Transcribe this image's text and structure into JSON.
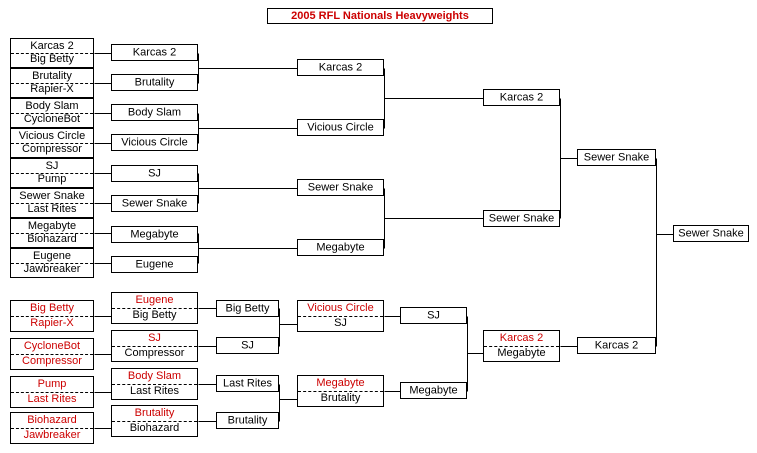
{
  "title": "2005 RFL Nationals Heavyweights",
  "colors": {
    "eliminated": "#cc0000",
    "normal": "#000000"
  },
  "boxes": [
    {
      "id": "w1a",
      "lines": [
        {
          "t": "Karcas 2"
        },
        {
          "t": "Big Betty"
        }
      ]
    },
    {
      "id": "w1b",
      "lines": [
        {
          "t": "Brutality"
        },
        {
          "t": "Rapier-X"
        }
      ]
    },
    {
      "id": "w1c",
      "lines": [
        {
          "t": "Body Slam"
        },
        {
          "t": "CycloneBot"
        }
      ]
    },
    {
      "id": "w1d",
      "lines": [
        {
          "t": "Vicious Circle"
        },
        {
          "t": "Compressor"
        }
      ]
    },
    {
      "id": "w1e",
      "lines": [
        {
          "t": "SJ"
        },
        {
          "t": "Pump"
        }
      ]
    },
    {
      "id": "w1f",
      "lines": [
        {
          "t": "Sewer Snake"
        },
        {
          "t": "Last Rites"
        }
      ]
    },
    {
      "id": "w1g",
      "lines": [
        {
          "t": "Megabyte"
        },
        {
          "t": "Biohazard"
        }
      ]
    },
    {
      "id": "w1h",
      "lines": [
        {
          "t": "Eugene"
        },
        {
          "t": "Jawbreaker"
        }
      ]
    },
    {
      "id": "w2a",
      "lines": [
        {
          "t": "Karcas 2"
        }
      ]
    },
    {
      "id": "w2b",
      "lines": [
        {
          "t": "Brutality"
        }
      ]
    },
    {
      "id": "w2c",
      "lines": [
        {
          "t": "Body Slam"
        }
      ]
    },
    {
      "id": "w2d",
      "lines": [
        {
          "t": "Vicious Circle"
        }
      ]
    },
    {
      "id": "w2e",
      "lines": [
        {
          "t": "SJ"
        }
      ]
    },
    {
      "id": "w2f",
      "lines": [
        {
          "t": "Sewer Snake"
        }
      ]
    },
    {
      "id": "w2g",
      "lines": [
        {
          "t": "Megabyte"
        }
      ]
    },
    {
      "id": "w2h",
      "lines": [
        {
          "t": "Eugene"
        }
      ]
    },
    {
      "id": "w3a",
      "lines": [
        {
          "t": "Karcas 2"
        }
      ]
    },
    {
      "id": "w3b",
      "lines": [
        {
          "t": "Vicious Circle"
        }
      ]
    },
    {
      "id": "w3c",
      "lines": [
        {
          "t": "Sewer Snake"
        }
      ]
    },
    {
      "id": "w3d",
      "lines": [
        {
          "t": "Megabyte"
        }
      ]
    },
    {
      "id": "w4a",
      "lines": [
        {
          "t": "Karcas 2"
        }
      ]
    },
    {
      "id": "w4b",
      "lines": [
        {
          "t": "Sewer Snake"
        }
      ]
    },
    {
      "id": "wf",
      "lines": [
        {
          "t": "Sewer Snake"
        }
      ]
    },
    {
      "id": "champ",
      "lines": [
        {
          "t": "Sewer Snake"
        }
      ]
    },
    {
      "id": "gf2",
      "lines": [
        {
          "t": "Karcas 2"
        }
      ]
    },
    {
      "id": "l1a",
      "lines": [
        {
          "t": "Big Betty",
          "red": true
        },
        {
          "t": "Rapier-X",
          "red": true
        }
      ]
    },
    {
      "id": "l1b",
      "lines": [
        {
          "t": "CycloneBot",
          "red": true
        },
        {
          "t": "Compressor",
          "red": true
        }
      ]
    },
    {
      "id": "l1c",
      "lines": [
        {
          "t": "Pump",
          "red": true
        },
        {
          "t": "Last Rites",
          "red": true
        }
      ]
    },
    {
      "id": "l1d",
      "lines": [
        {
          "t": "Biohazard",
          "red": true
        },
        {
          "t": "Jawbreaker",
          "red": true
        }
      ]
    },
    {
      "id": "l2a",
      "lines": [
        {
          "t": "Eugene",
          "red": true
        },
        {
          "t": "Big Betty"
        }
      ]
    },
    {
      "id": "l2b",
      "lines": [
        {
          "t": "SJ",
          "red": true
        },
        {
          "t": "Compressor"
        }
      ]
    },
    {
      "id": "l2c",
      "lines": [
        {
          "t": "Body Slam",
          "red": true
        },
        {
          "t": "Last Rites"
        }
      ]
    },
    {
      "id": "l2d",
      "lines": [
        {
          "t": "Brutality",
          "red": true
        },
        {
          "t": "Biohazard"
        }
      ]
    },
    {
      "id": "l3a",
      "lines": [
        {
          "t": "Big Betty"
        }
      ]
    },
    {
      "id": "l3b",
      "lines": [
        {
          "t": "SJ"
        }
      ]
    },
    {
      "id": "l3c",
      "lines": [
        {
          "t": "Last Rites"
        }
      ]
    },
    {
      "id": "l3d",
      "lines": [
        {
          "t": "Brutality"
        }
      ]
    },
    {
      "id": "l4a",
      "lines": [
        {
          "t": "Vicious Circle",
          "red": true
        },
        {
          "t": "SJ"
        }
      ]
    },
    {
      "id": "l4b",
      "lines": [
        {
          "t": "Megabyte",
          "red": true
        },
        {
          "t": "Brutality"
        }
      ]
    },
    {
      "id": "l5a",
      "lines": [
        {
          "t": "SJ"
        }
      ]
    },
    {
      "id": "l5b",
      "lines": [
        {
          "t": "Megabyte"
        }
      ]
    },
    {
      "id": "l6",
      "lines": [
        {
          "t": "Karcas 2",
          "red": true
        },
        {
          "t": "Megabyte"
        }
      ]
    }
  ]
}
